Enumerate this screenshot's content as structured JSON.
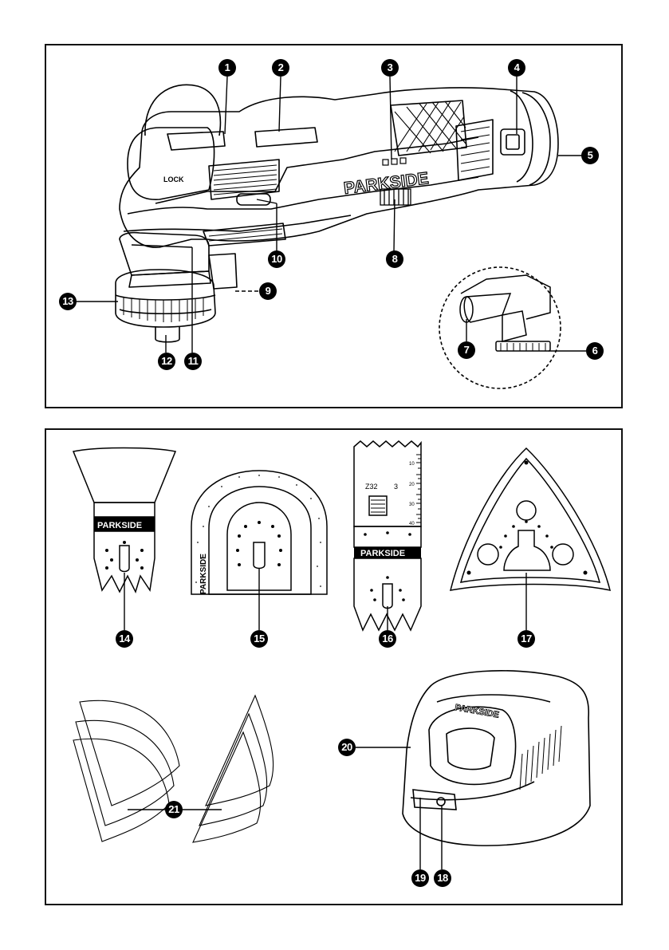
{
  "labels": {
    "lock": "LOCK",
    "brand": "PARKSIDE",
    "blade_model": "Z32",
    "blade_spec": "3",
    "ruler_10": "10",
    "ruler_20": "20",
    "ruler_30": "30",
    "ruler_40": "40"
  },
  "callouts": {
    "c1": "1",
    "c2": "2",
    "c3": "3",
    "c4": "4",
    "c5": "5",
    "c6": "6",
    "c7": "7",
    "c8": "8",
    "c9": "9",
    "c10": "10",
    "c11": "11",
    "c12": "12",
    "c13": "13",
    "c14": "14",
    "c15": "15",
    "c16": "16",
    "c17": "17",
    "c18": "18",
    "c19": "19",
    "c20": "20",
    "c21": "21"
  }
}
